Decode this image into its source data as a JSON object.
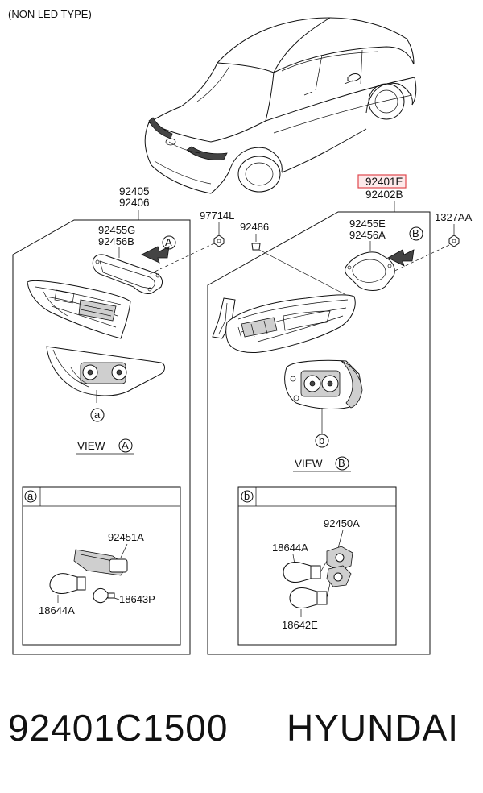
{
  "header": {
    "type_note": "(NON LED TYPE)"
  },
  "left_assembly": {
    "part_numbers": [
      "92405",
      "92406"
    ],
    "gasket_numbers": [
      "92455G",
      "92456B"
    ],
    "view_marker": "A",
    "view_label": "VIEW",
    "detail_marker": "a"
  },
  "right_assembly": {
    "part_numbers": [
      "92401E",
      "92402B"
    ],
    "gasket_numbers": [
      "92455E",
      "92456A"
    ],
    "view_marker": "B",
    "view_label": "VIEW",
    "detail_marker": "b"
  },
  "fasteners": {
    "left_nut": "97714L",
    "clip": "92486",
    "right_nut": "1327AA"
  },
  "detail_a": {
    "marker": "a",
    "socket": "92451A",
    "bulb_large": "18644A",
    "bulb_small": "18643P"
  },
  "detail_b": {
    "marker": "b",
    "socket": "92450A",
    "bulb_top": "18644A",
    "bulb_bottom": "18642E"
  },
  "highlight_color": "#e0484d",
  "footer": {
    "part_number": "92401C1500",
    "brand": "HYUNDAI"
  }
}
